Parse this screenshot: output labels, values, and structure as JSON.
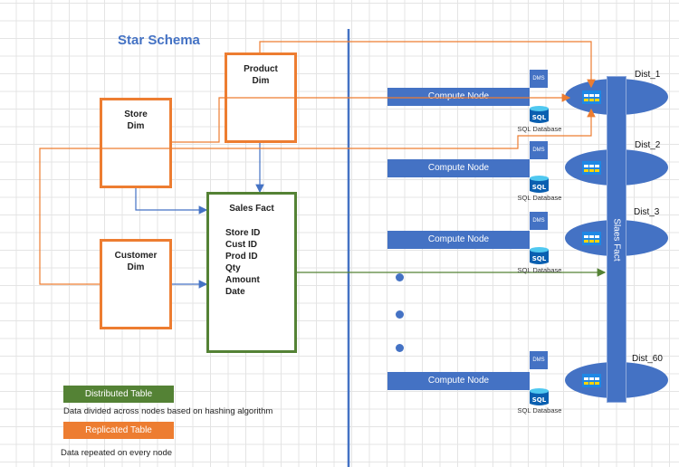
{
  "title": "Star Schema",
  "dims": {
    "product": "Product\nDim",
    "store": "Store\nDim",
    "customer": "Customer\nDim"
  },
  "fact": {
    "title": "Sales Fact",
    "fields": [
      "Store ID",
      "Cust ID",
      "Prod ID",
      "Qty",
      "Amount",
      "Date"
    ]
  },
  "nodes": [
    {
      "label": "Compute Node",
      "dms": "DMS",
      "db": "SQL Database",
      "dist": "Dist_1"
    },
    {
      "label": "Compute Node",
      "dms": "DMS",
      "db": "SQL Database",
      "dist": "Dist_2"
    },
    {
      "label": "Compute Node",
      "dms": "DMS",
      "db": "SQL Database",
      "dist": "Dist_3"
    },
    {
      "label": "Compute Node",
      "dms": "DMS",
      "db": "SQL Database",
      "dist": "Dist_60"
    }
  ],
  "distributed_bar": "Slaes Fact",
  "sql_icon_text": "SQL",
  "legend": {
    "distributed": {
      "label": "Distributed Table",
      "desc": "Data divided across nodes based on hashing algorithm",
      "color": "#548235"
    },
    "replicated": {
      "label": "Replicated Table",
      "desc": "Data repeated on every node",
      "color": "#ed7d31"
    }
  },
  "colors": {
    "accent": "#4472c4",
    "replicated": "#ed7d31",
    "distributed": "#548235"
  }
}
